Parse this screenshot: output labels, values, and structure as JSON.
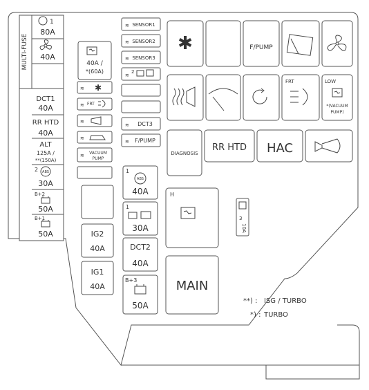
{
  "left_column": {
    "multi_fuse_label": "MULTI-FUSE",
    "fuses": [
      {
        "name": "1",
        "rating": "80A",
        "icon": "steering-wheel-icon"
      },
      {
        "name": "",
        "rating": "40A",
        "icon": "fan-icon"
      },
      {
        "name": "DCT1",
        "rating": "40A"
      },
      {
        "name": "RR HTD",
        "rating": "40A"
      },
      {
        "name": "ALT",
        "rating": "125A /",
        "rating2": "**(150A)"
      },
      {
        "name": "2",
        "rating": "30A",
        "icon": "abs-icon"
      },
      {
        "name": "B+2",
        "rating": "50A",
        "icon": "battery-icon"
      },
      {
        "name": "B+1",
        "rating": "50A",
        "icon": "battery-icon"
      }
    ]
  },
  "center_relay": {
    "rating": "40A /",
    "rating2": "*(60A)",
    "icon": "cooling-fan-relay-icon"
  },
  "small_fuses_top": [
    {
      "label": "SENSOR1"
    },
    {
      "label": "SENSOR2"
    },
    {
      "label": "SENSOR3"
    },
    {
      "label": "",
      "icon": "engine-icon",
      "prefix": "2"
    }
  ],
  "mini_fuses": [
    {
      "label": "",
      "icon": "snowflake-icon"
    },
    {
      "label": "FRT",
      "icon": "fog-lamp-icon"
    },
    {
      "label": "",
      "icon": "horn-icon"
    },
    {
      "label": "",
      "icon": "car-icon"
    },
    {
      "label": "VACUUM",
      "label2": "PUMP"
    }
  ],
  "right_small": [
    {
      "label": "DCT3"
    },
    {
      "label": "F/PUMP"
    }
  ],
  "relays_row1": [
    {
      "label": "",
      "icon": "snowflake-icon"
    },
    {
      "label": ""
    },
    {
      "label": "F/PUMP"
    },
    {
      "label": "",
      "icon": "wiper-icon"
    },
    {
      "label": "",
      "icon": "fan-icon"
    }
  ],
  "relays_row2": [
    {
      "label": "",
      "icon": "rear-defrost-icon"
    },
    {
      "label": "",
      "icon": "wiper-icon"
    },
    {
      "label": "",
      "icon": "rotate-icon"
    },
    {
      "label": "FRT",
      "icon": "fog-lamp-icon"
    },
    {
      "label": "LOW",
      "label2": "*(VACUUM",
      "label3": "PUMP)",
      "icon": "cooling-fan-icon"
    }
  ],
  "relays_row3": [
    {
      "label": "DIAGNOSIS"
    },
    {
      "label": "RR HTD"
    },
    {
      "label": "HAC"
    },
    {
      "label": "",
      "icon": "horn-icon"
    }
  ],
  "lower_left": {
    "ig2": {
      "name": "IG2",
      "rating": "40A"
    },
    "ig1": {
      "name": "IG1",
      "rating": "40A"
    }
  },
  "lower_mid": {
    "abs": {
      "prefix": "1",
      "rating": "40A",
      "icon": "abs-icon"
    },
    "engine": {
      "prefix": "1",
      "rating": "30A",
      "icon": "engine-icon"
    },
    "dct2": {
      "name": "DCT2",
      "rating": "40A"
    },
    "b3": {
      "name": "B+3",
      "rating": "50A",
      "icon": "battery-icon"
    }
  },
  "h_relay": {
    "label": "H",
    "icon": "cooling-fan-relay-icon"
  },
  "main_fuse": {
    "label": "MAIN"
  },
  "side_fuse": {
    "prefix": "3",
    "rating": "10A",
    "icon": "engine-icon"
  },
  "legend": [
    {
      "symbol": "**) :",
      "text": "ISG / TURBO"
    },
    {
      "symbol": "*) :",
      "text": "TURBO"
    }
  ]
}
